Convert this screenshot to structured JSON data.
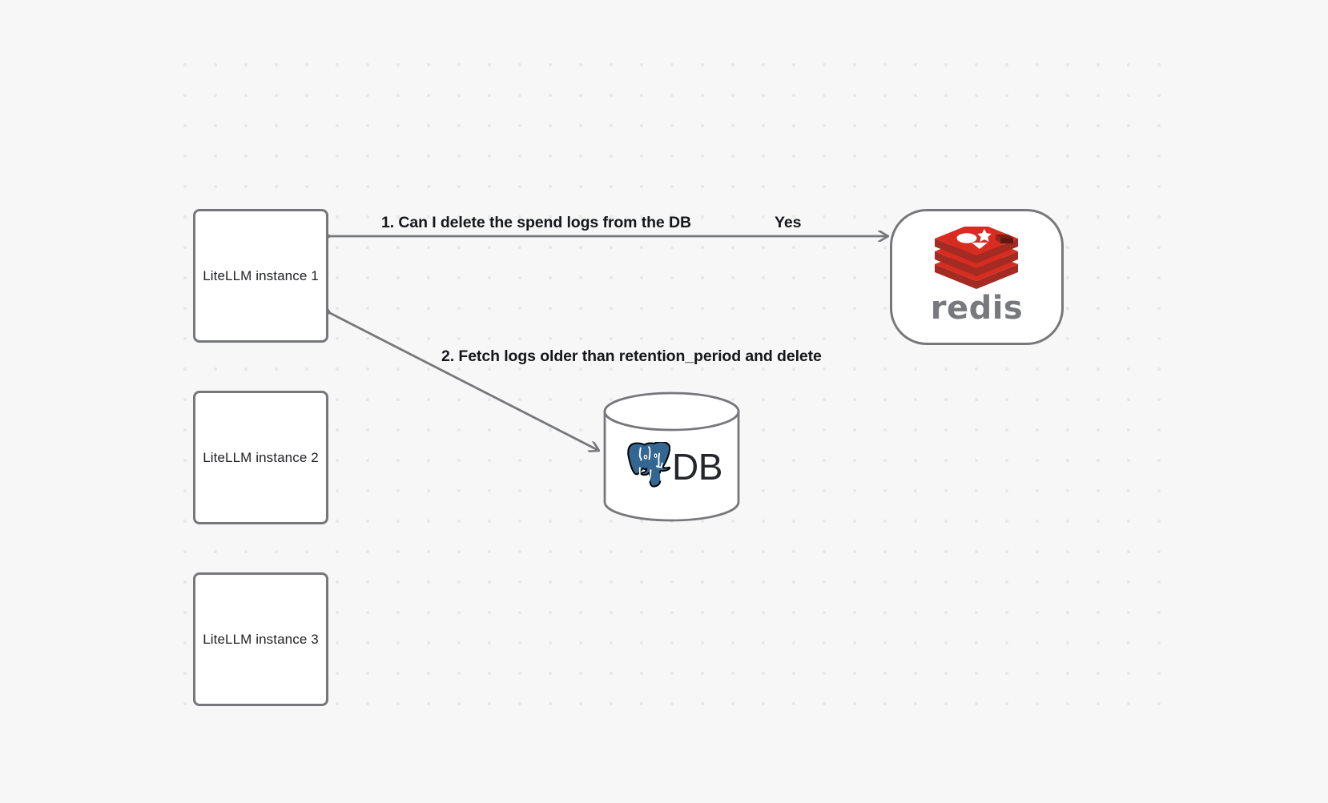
{
  "canvas": {
    "background_color": "#f7f7f7",
    "dot_color": "#e7e8ea"
  },
  "nodes": [
    {
      "id": "llm1",
      "label": "LiteLLM instance 1",
      "shape": "rounded-rect"
    },
    {
      "id": "llm2",
      "label": "LiteLLM instance 2",
      "shape": "rounded-rect"
    },
    {
      "id": "llm3",
      "label": "LiteLLM instance 3",
      "shape": "rounded-rect"
    },
    {
      "id": "redis",
      "label": "redis",
      "shape": "stadium",
      "logo": "redis-logo",
      "logo_color": "#d82c20"
    },
    {
      "id": "db",
      "label": "DB",
      "shape": "cylinder",
      "logo": "postgresql-elephant-logo",
      "logo_color": "#336791"
    }
  ],
  "edges": [
    {
      "id": "edge-1",
      "from": "redis",
      "to": "llm1",
      "label": "1.  Can I delete the spend logs from the DB",
      "reply_label": "Yes",
      "direction": "both"
    },
    {
      "id": "edge-2",
      "from": "llm1",
      "to": "db",
      "label": "2.  Fetch logs older than retention_period and delete",
      "direction": "both"
    }
  ],
  "redis": {
    "wordmark": "redis"
  },
  "db": {
    "text": "DB"
  }
}
